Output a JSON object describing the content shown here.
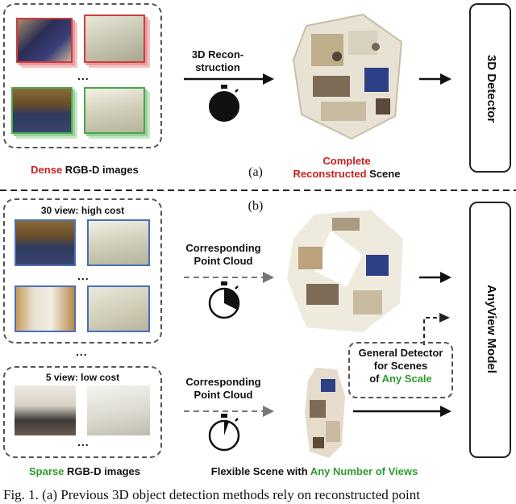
{
  "panel_a": {
    "label": "(a)",
    "input_caption_highlight": "Dense",
    "input_caption_rest": " RGB-D images",
    "process_label": "3D Recon-\nstruction",
    "output_caption_line1": "Complete",
    "output_caption_highlight": "Reconstructed",
    "output_caption_rest": " Scene",
    "detector_label": "3D Detector",
    "ellipsis": "..."
  },
  "panel_b": {
    "label": "(b)",
    "dense_group_title": "30 view: high cost",
    "sparse_group_title": "5 view: low cost",
    "between_ellipsis": "...",
    "ellipsis": "...",
    "process_top": "Corresponding\nPoint Cloud",
    "process_bottom": "Corresponding\nPoint Cloud",
    "input_caption_highlight": "Sparse",
    "input_caption_rest": " RGB-D images",
    "output_caption_prefix": "Flexible Scene with ",
    "output_caption_highlight": "Any Number of Views",
    "general_line1": "General Detector",
    "general_line2": "for Scenes",
    "general_prefix": "of ",
    "general_highlight": "Any Scale",
    "model_label": "AnyView   Model"
  },
  "caption": {
    "text": "Fig. 1.  (a) Previous 3D object detection methods rely on reconstructed point"
  },
  "colors": {
    "red_accent": "#cc1f1f",
    "green_accent": "#2e9a2e"
  }
}
